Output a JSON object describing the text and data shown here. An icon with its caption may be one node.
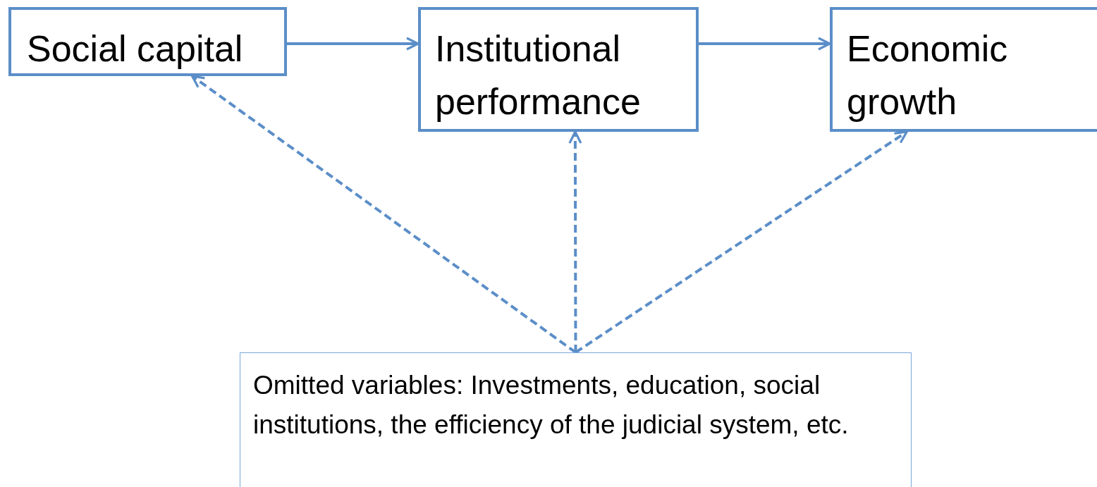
{
  "diagram": {
    "nodes": [
      {
        "text": [
          "Social capital"
        ]
      },
      {
        "text": [
          "Institutional performance"
        ]
      },
      {
        "text": [
          "Economic growth"
        ]
      },
      {
        "text": [
          "Omitted variables: Investments, education, social institutions, the efficiency of the judicial system, etc."
        ]
      }
    ],
    "edges": [
      {
        "from": 0,
        "to": 1,
        "arrow": "to"
      },
      {
        "from": 1,
        "to": 2,
        "arrow": "to"
      },
      {
        "from": 3,
        "to": 0,
        "arrow": "to",
        "style": "dashed"
      },
      {
        "from": 3,
        "to": 1,
        "arrow": "to",
        "style": "dashed"
      },
      {
        "from": 3,
        "to": 2,
        "arrow": "to",
        "style": "dashed"
      }
    ]
  }
}
